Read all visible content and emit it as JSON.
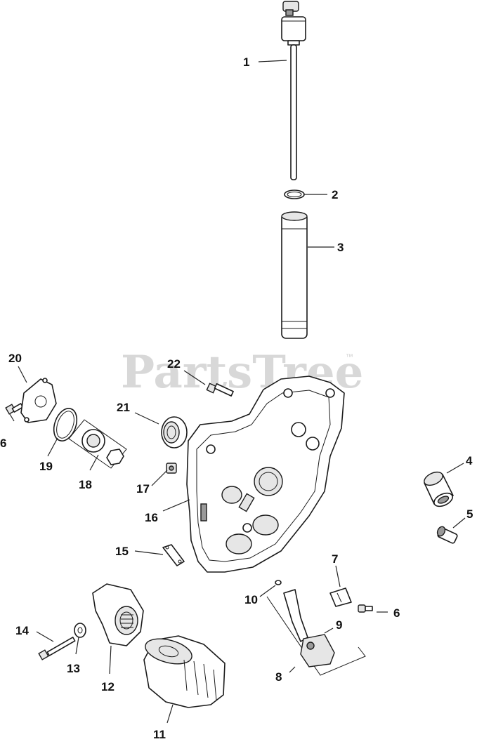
{
  "watermark": {
    "brand": "PartsTree",
    "trademark": "™"
  },
  "callouts": [
    {
      "id": "c1",
      "label": "1"
    },
    {
      "id": "c2",
      "label": "2"
    },
    {
      "id": "c3",
      "label": "3"
    },
    {
      "id": "c4",
      "label": "4"
    },
    {
      "id": "c5",
      "label": "5"
    },
    {
      "id": "c6a",
      "label": "6"
    },
    {
      "id": "c6b",
      "label": "6"
    },
    {
      "id": "c7",
      "label": "7"
    },
    {
      "id": "c8",
      "label": "8"
    },
    {
      "id": "c9",
      "label": "9"
    },
    {
      "id": "c10",
      "label": "10"
    },
    {
      "id": "c11",
      "label": "11"
    },
    {
      "id": "c12",
      "label": "12"
    },
    {
      "id": "c13",
      "label": "13"
    },
    {
      "id": "c14",
      "label": "14"
    },
    {
      "id": "c15",
      "label": "15"
    },
    {
      "id": "c16",
      "label": "16"
    },
    {
      "id": "c17",
      "label": "17"
    },
    {
      "id": "c18",
      "label": "18"
    },
    {
      "id": "c19",
      "label": "19"
    },
    {
      "id": "c20",
      "label": "20"
    },
    {
      "id": "c21",
      "label": "21"
    },
    {
      "id": "c22",
      "label": "22"
    }
  ]
}
